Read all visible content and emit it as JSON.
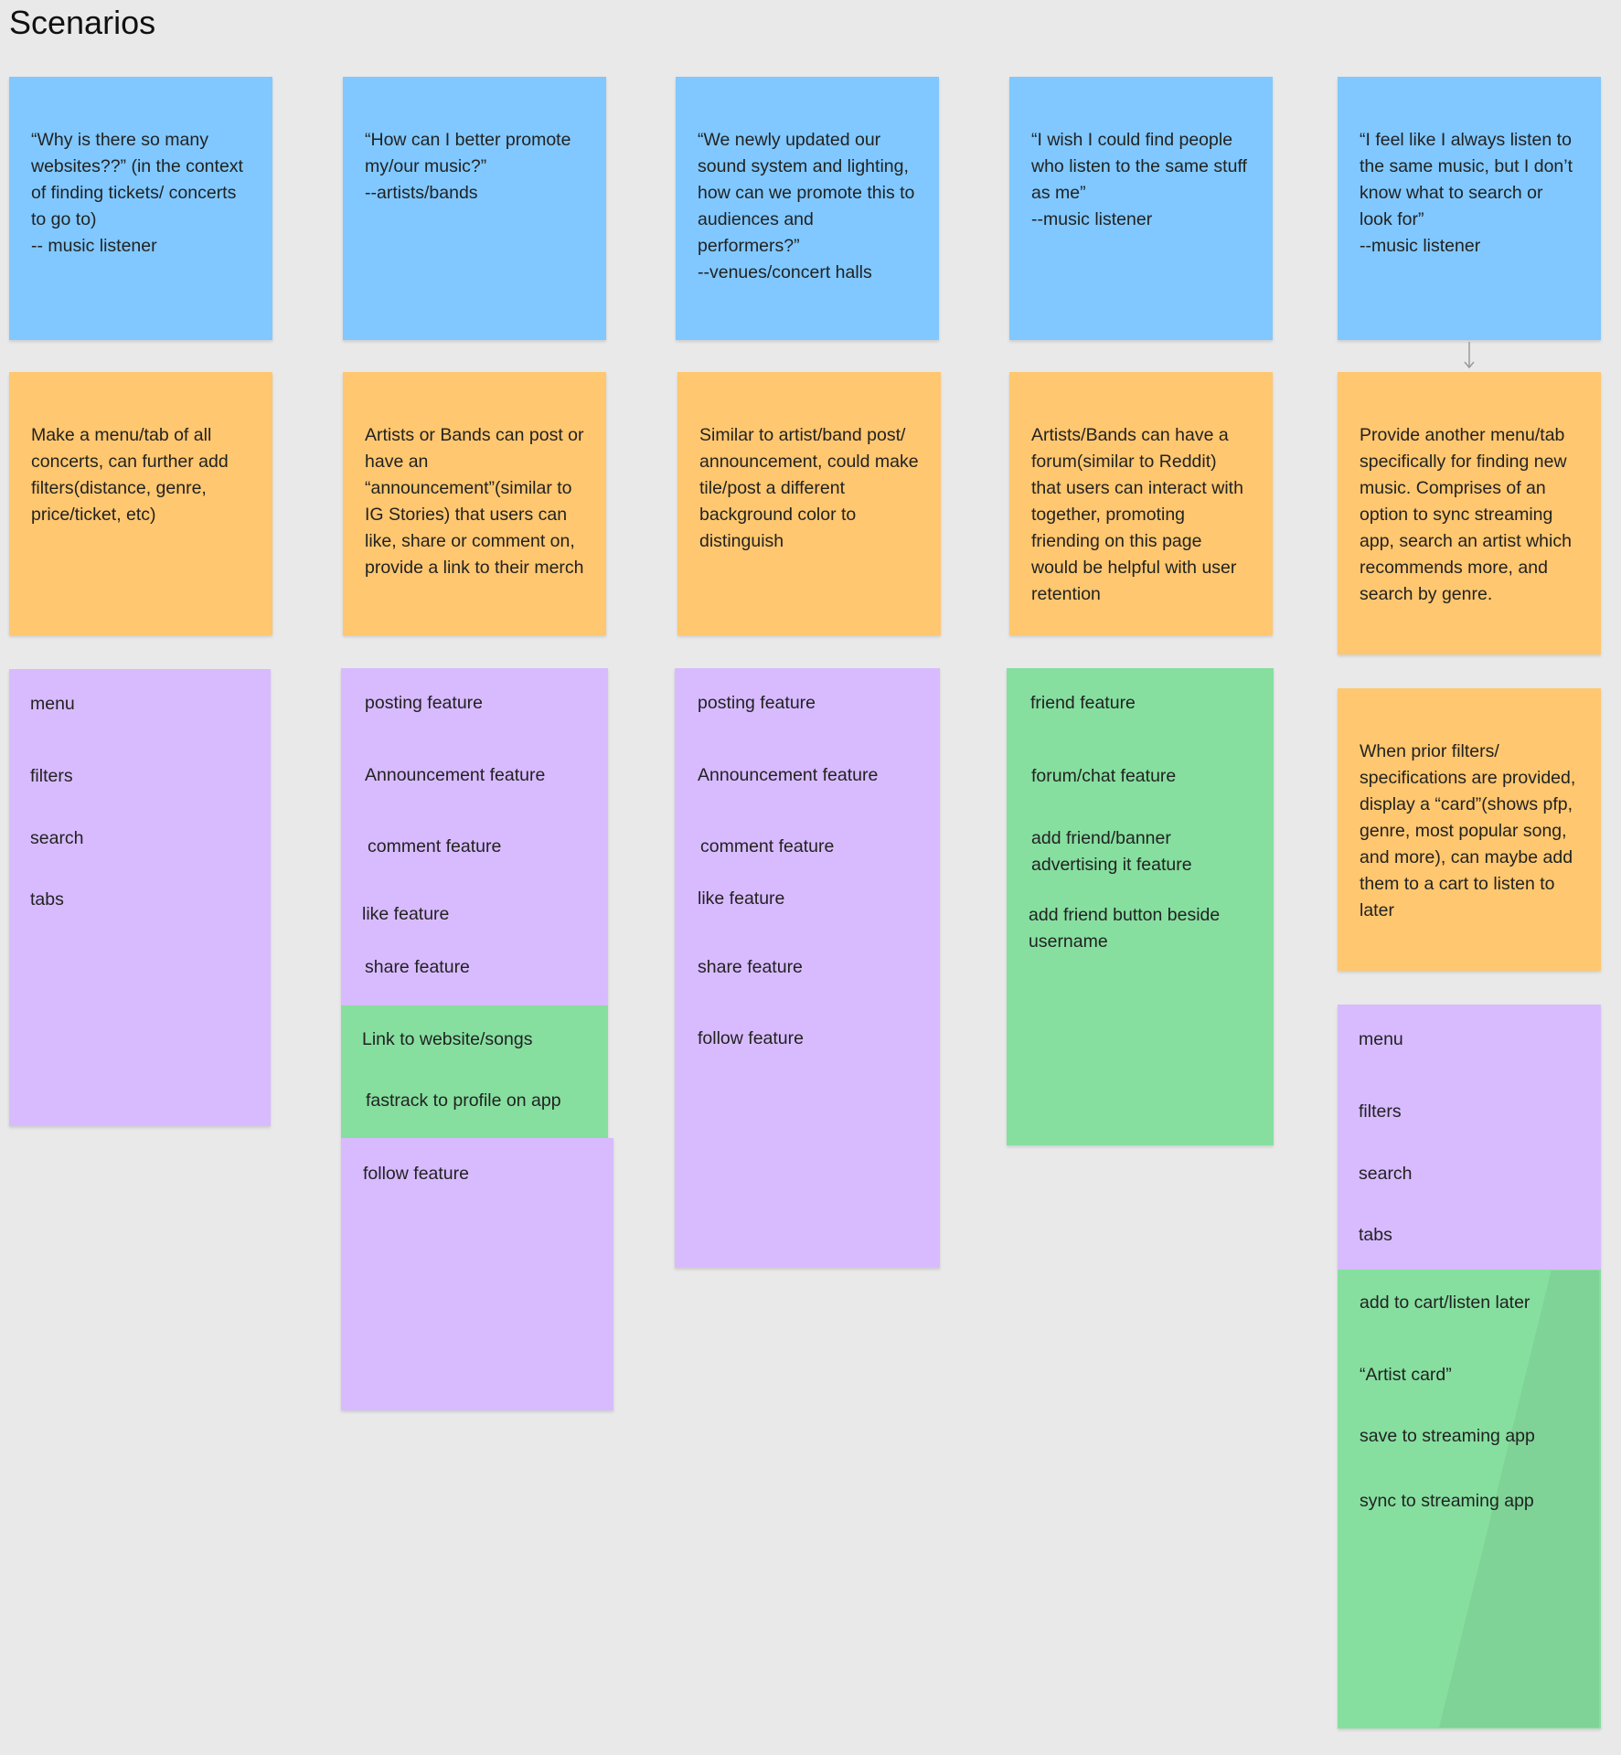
{
  "page": {
    "title": "Scenarios",
    "colors": {
      "background": "#e9e9e9",
      "blue_note": "#80c8ff",
      "orange_note": "#ffc76f",
      "purple_note": "#d8bbff",
      "green_note": "#86df9f"
    }
  },
  "columns": [
    {
      "scenario": "“Why is there so many websites??” (in the context of finding tickets/ concerts to go to)\n-- music listener",
      "idea": "Make a menu/tab of all concerts, can further add filters(distance, genre, price/ticket, etc)",
      "purple_items": [
        "menu",
        "filters",
        "search",
        "tabs"
      ]
    },
    {
      "scenario": "“How can I better promote my/our music?”\n--artists/bands",
      "idea": "Artists or Bands can post or have an “announcement”(similar to IG Stories) that users can like, share or comment on, provide a link to their merch",
      "purple_items": [
        "posting feature",
        "Announcement feature",
        "comment feature",
        "like feature",
        "share feature"
      ],
      "green_items": [
        "Link to website/songs",
        "fastrack to profile on app"
      ],
      "purple_items_2": [
        "follow feature"
      ]
    },
    {
      "scenario": "“We newly updated our sound system and lighting, how can we promote this to audiences and performers?”\n--venues/concert halls",
      "idea": "Similar to artist/band post/ announcement, could make tile/post a different background color to distinguish",
      "purple_items": [
        "posting feature",
        "Announcement feature",
        "comment feature",
        "like feature",
        "share feature",
        "follow feature"
      ]
    },
    {
      "scenario": "“I wish I could find people who listen to the same stuff as me”\n--music listener",
      "idea": "Artists/Bands can have a forum(similar to Reddit) that users can interact with together, promoting friending on this page would be helpful with user retention",
      "green_items": [
        "friend feature",
        "forum/chat feature",
        "add friend/banner advertising it feature",
        "add friend button beside username"
      ]
    },
    {
      "scenario": "“I feel like I always listen to the same music, but I don’t know what to search or look for”\n--music listener",
      "idea": "Provide another menu/tab specifically for finding new music. Comprises of an option to sync streaming app, search an artist which recommends more, and search by genre.",
      "idea_2": "When prior filters/ specifications are provided, display a “card”(shows pfp, genre, most popular song, and more), can maybe add them to a cart to listen to later",
      "purple_items": [
        "menu",
        "filters",
        "search",
        "tabs"
      ],
      "green_items": [
        "add to cart/listen later",
        "“Artist card”",
        "save to streaming app",
        "sync to streaming app"
      ]
    }
  ]
}
